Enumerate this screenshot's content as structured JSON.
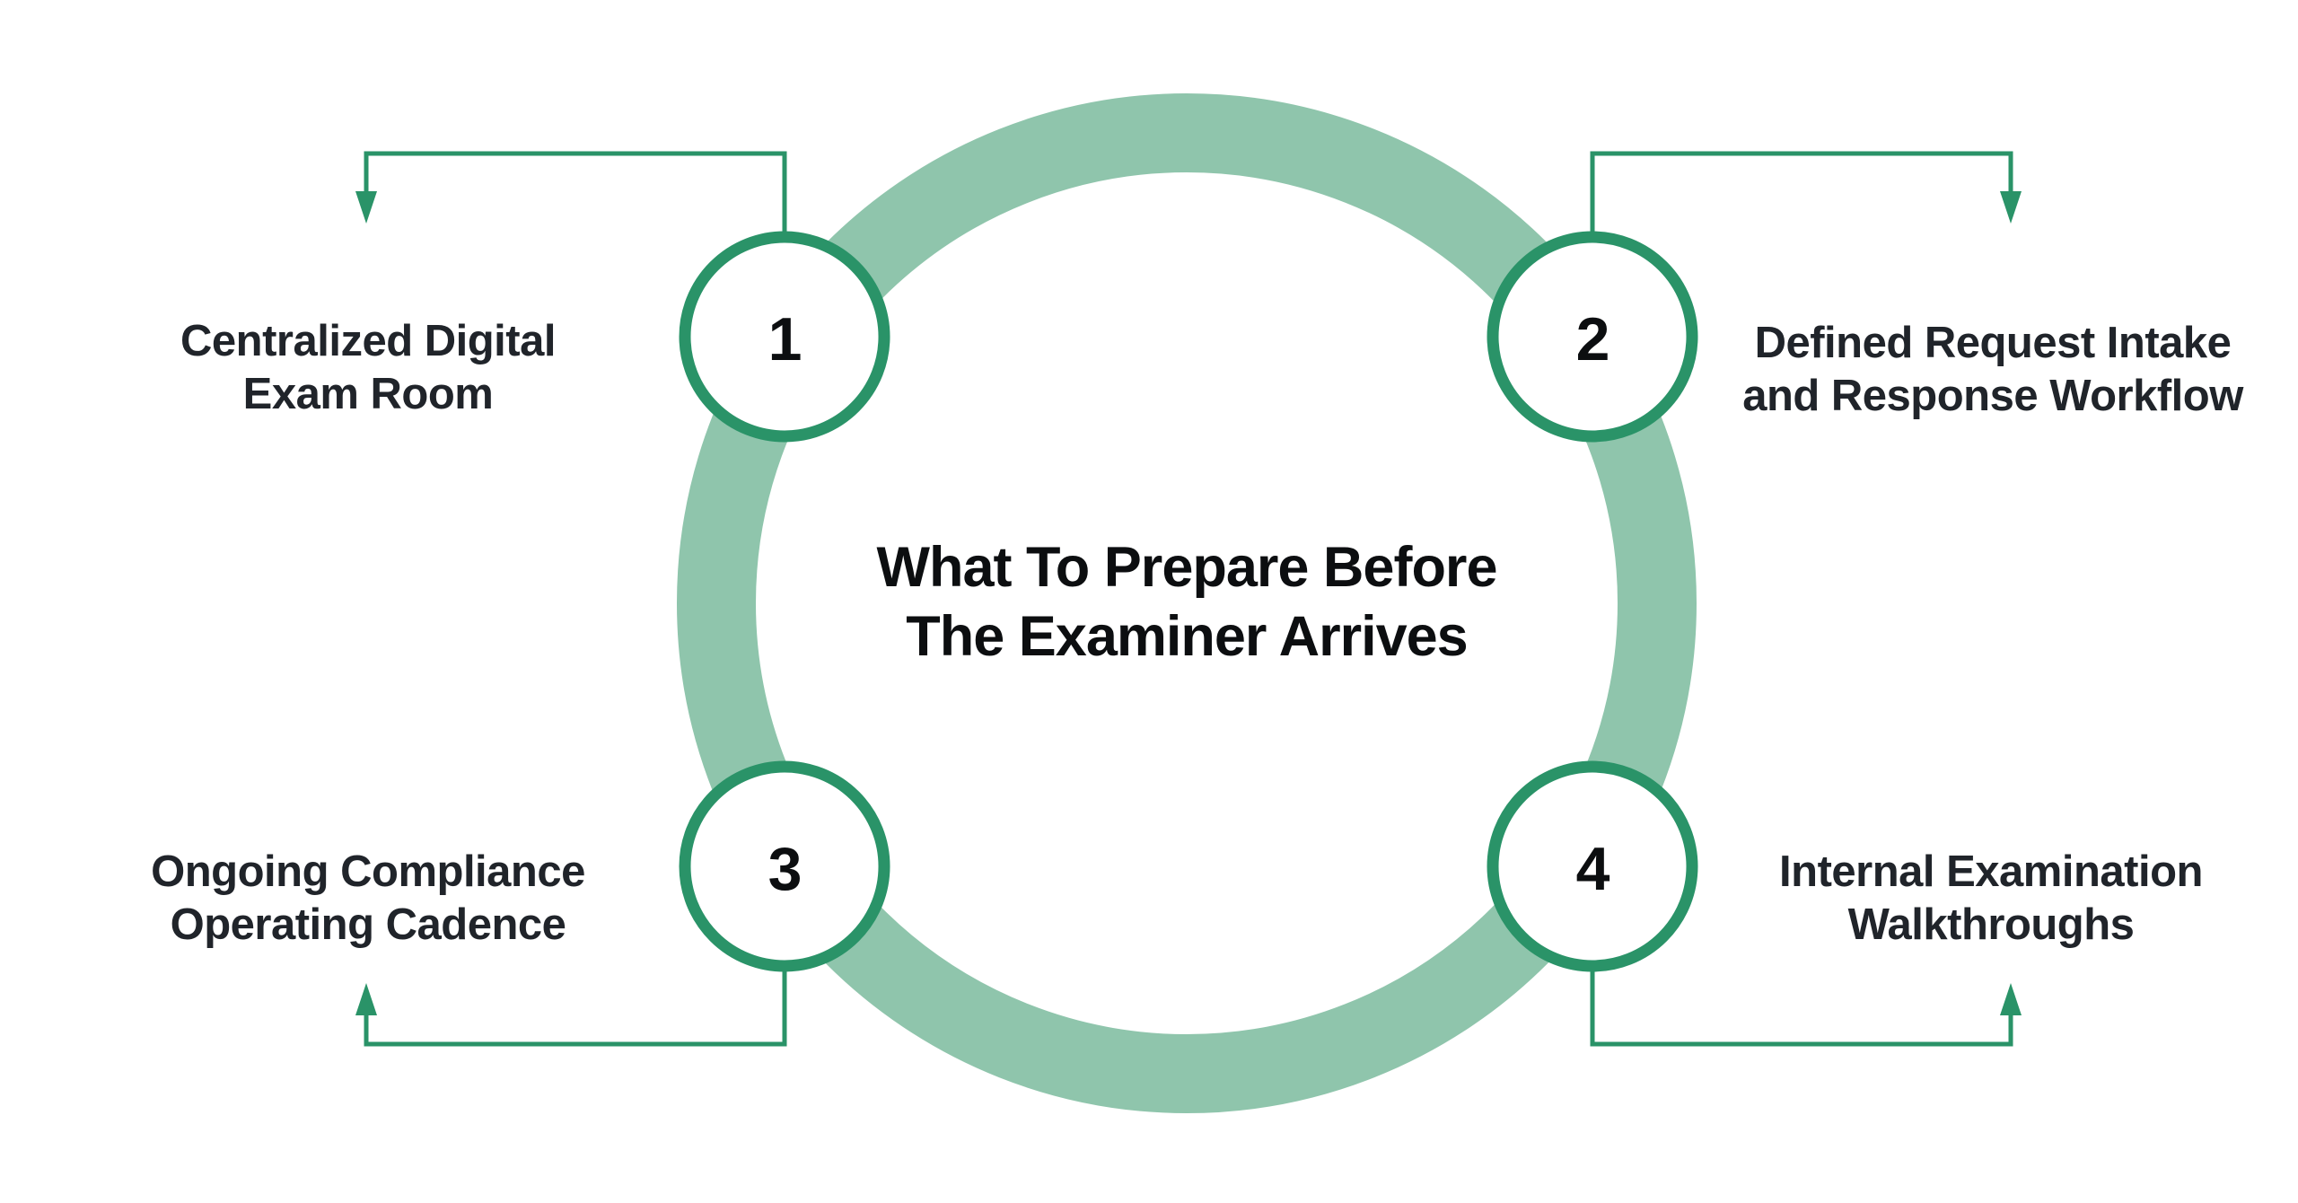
{
  "title": {
    "line1": "What To Prepare Before",
    "line2": "The Examiner Arrives"
  },
  "nodes": [
    {
      "number": "1",
      "position": "top-left",
      "label_line1": "Centralized Digital",
      "label_line2": "Exam Room"
    },
    {
      "number": "2",
      "position": "top-right",
      "label_line1": "Defined Request Intake",
      "label_line2": "and Response Workflow"
    },
    {
      "number": "3",
      "position": "bottom-left",
      "label_line1": "Ongoing Compliance",
      "label_line2": "Operating Cadence"
    },
    {
      "number": "4",
      "position": "bottom-right",
      "label_line1": "Internal Examination",
      "label_line2": "Walkthroughs"
    }
  ],
  "colors": {
    "ring_light": "#8FC5AC",
    "accent_green": "#2A9368",
    "label_text": "#20242A",
    "title_text": "#0C0E10"
  }
}
